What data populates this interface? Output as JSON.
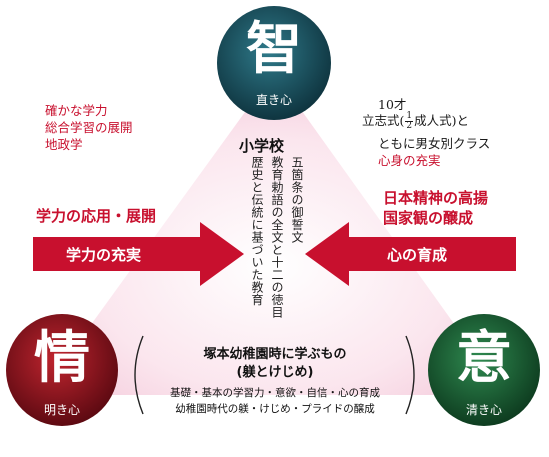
{
  "colors": {
    "chi_circle": "#1c4f5c",
    "jo_circle": "#8e1520",
    "i_circle": "#1e5a35",
    "red_text": "#c8102e",
    "arrow_red": "#c8102e",
    "triangle_pink": "#f7d4e2"
  },
  "circles": {
    "chi": {
      "char": "智",
      "sub": "直き心"
    },
    "jo": {
      "char": "情",
      "sub": "明き心"
    },
    "i": {
      "char": "意",
      "sub": "清き心"
    }
  },
  "left_notes": [
    "確かな学力",
    "総合学習の展開",
    "地政学"
  ],
  "right_notes": {
    "line1": "10才",
    "line2_prefix": "立志式(",
    "line2_frac_num": "1",
    "line2_frac_den": "2",
    "line2_suffix": "成人式)と",
    "line3": "ともに男女別クラス",
    "line4_red": "心身の充実"
  },
  "left_arrow": {
    "above": "学力の応用・展開",
    "label": "学力の充実"
  },
  "right_arrow": {
    "above_line1": "日本精神の高揚",
    "above_line2": "国家観の醸成",
    "label": "心の育成"
  },
  "center": {
    "title": "小学校",
    "columns": [
      "五箇条の御誓文",
      "教育勅語の全文と十二の徳目",
      "歴史と伝統に基づいた教育"
    ]
  },
  "bottom": {
    "title_line1": "塚本幼稚園時に学ぶもの",
    "title_line2": "(躾とけじめ)",
    "line1": "基礎・基本の学習力・意欲・自信・心の育成",
    "line2": "幼稚園時代の躾・けじめ・プライドの醸成"
  }
}
